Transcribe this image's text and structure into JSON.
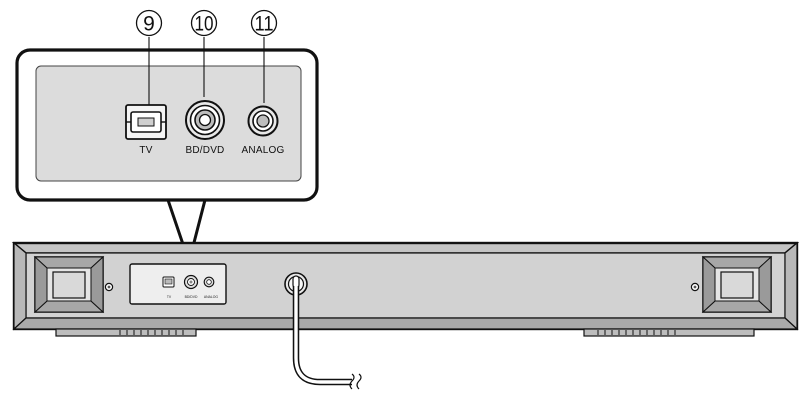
{
  "callouts": [
    {
      "number": "9",
      "port": "optical"
    },
    {
      "number": "10",
      "port": "coaxial"
    },
    {
      "number": "11",
      "port": "analog"
    }
  ],
  "ports": {
    "optical": {
      "label": "TV"
    },
    "coaxial": {
      "label": "BD/DVD"
    },
    "analog": {
      "label": "ANALOG"
    }
  }
}
